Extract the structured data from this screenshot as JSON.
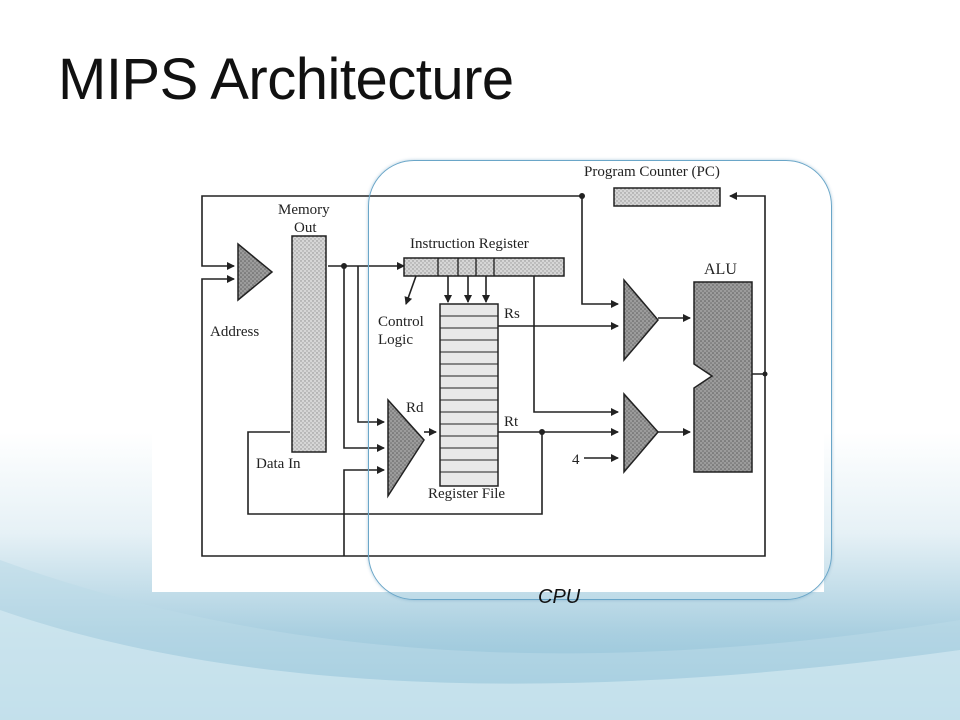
{
  "slide": {
    "title": "MIPS Architecture"
  },
  "diagram": {
    "labels": {
      "program_counter": "Program Counter (PC)",
      "memory_out": "Memory\nOut",
      "memory_out_line1": "Memory",
      "memory_out_line2": "Out",
      "instruction_register": "Instruction Register",
      "alu": "ALU",
      "address": "Address",
      "control_logic_line1": "Control",
      "control_logic_line2": "Logic",
      "rs": "Rs",
      "rd": "Rd",
      "rt": "Rt",
      "data_in": "Data In",
      "register_file": "Register File",
      "constant_four": "4",
      "cpu": "CPU"
    }
  }
}
